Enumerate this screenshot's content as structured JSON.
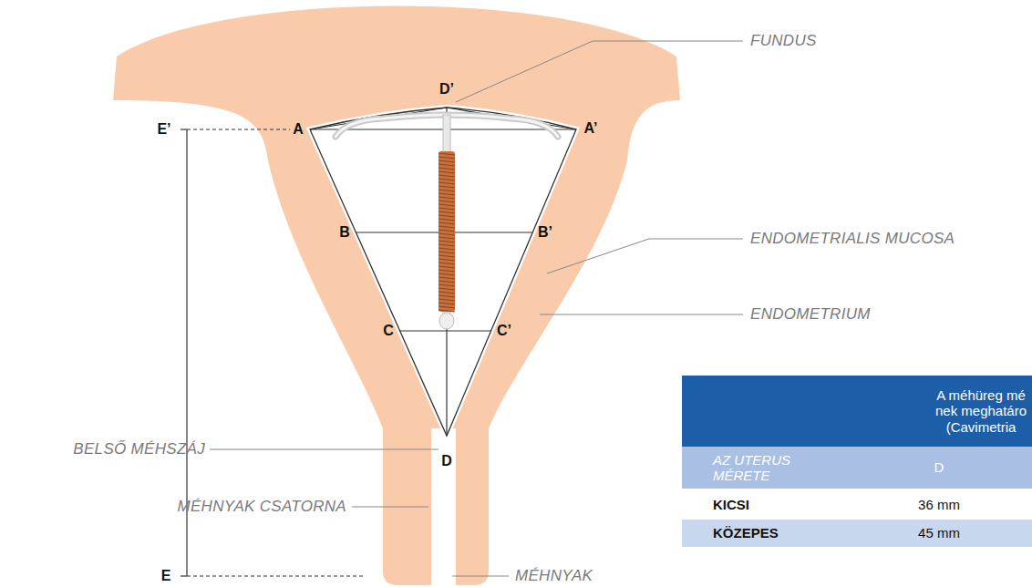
{
  "diagram": {
    "labels": [
      "FUNDUS",
      "D’",
      "E’",
      "A",
      "A’",
      "ENDOMETRIALIS MUCOSA",
      "B",
      "B’",
      "ENDOMETRIUM",
      "C",
      "C’",
      "BELSŐ MÉHSZÁJ",
      "D",
      "MÉHNYAK CSATORNA",
      "E",
      "MÉHNYAK",
      "A méhüreg mé nek meghatáro (Cavimetria",
      "AZ UTERUS MÉRETE",
      "D",
      "KICSI",
      "36 mm",
      "KÖZEPES",
      "45 mm"
    ]
  }
}
